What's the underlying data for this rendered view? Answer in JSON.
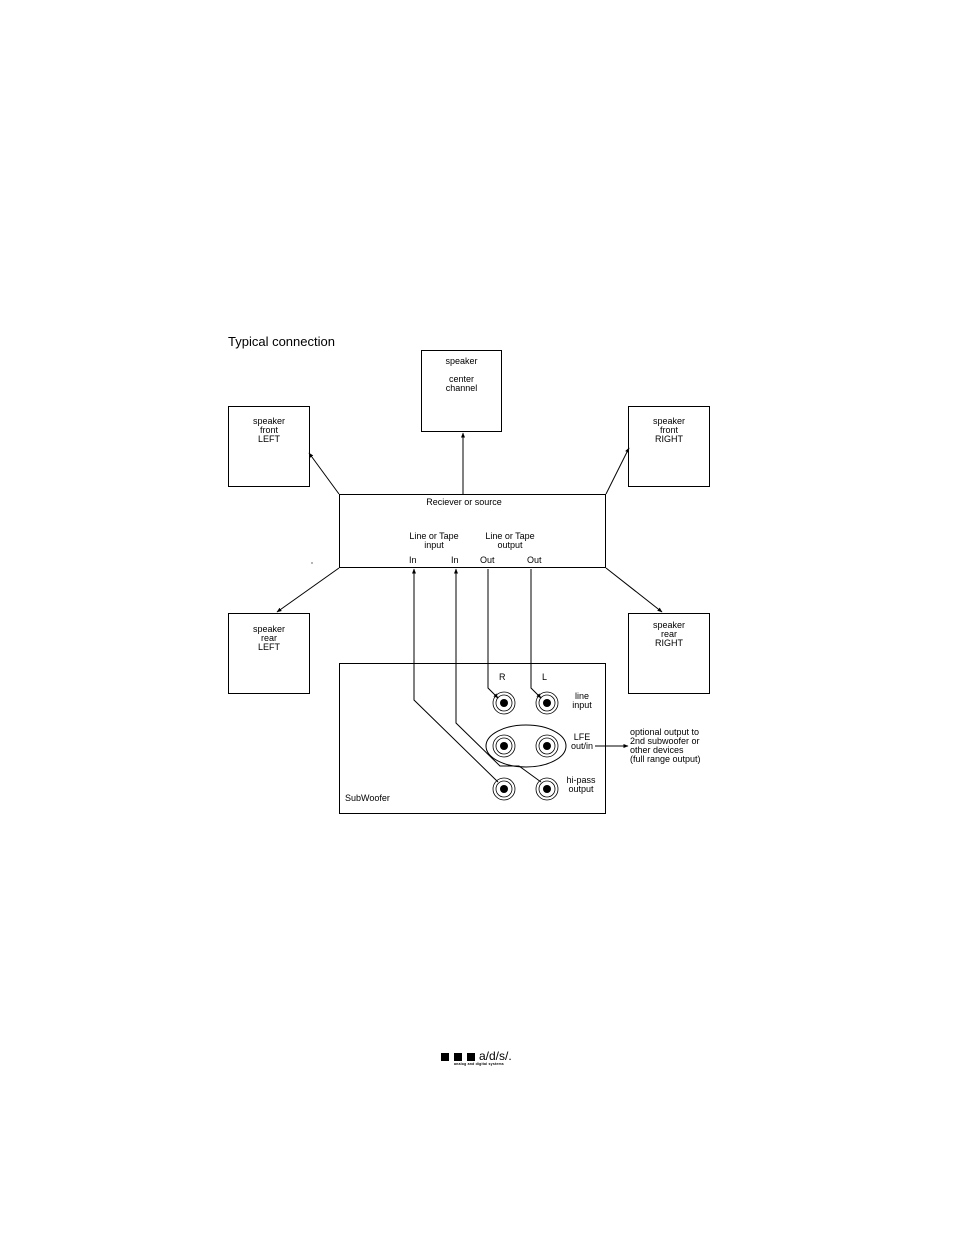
{
  "title": "Typical connection",
  "speakers": {
    "center": "speaker\n\ncenter\nchannel",
    "front_left": "speaker\nfront\nLEFT",
    "front_right": "speaker\nfront\nRIGHT",
    "rear_left": "speaker\nrear\nLEFT",
    "rear_right": "speaker\nrear\nRIGHT"
  },
  "receiver": {
    "title": "Reciever or source",
    "line_input": "Line or Tape\ninput",
    "line_output": "Line or Tape\noutput",
    "in1": "In",
    "in2": "In",
    "out1": "Out",
    "out2": "Out"
  },
  "subwoofer": {
    "name": "SubWoofer",
    "r": "R",
    "l": "L",
    "line_input": "line\ninput",
    "lfe": "LFE\nout/in",
    "hipass": "hi-pass\noutput",
    "optional": "optional output to\n2nd subwoofer or\nother devices\n(full range output)"
  },
  "logo": {
    "brand": "a/d/s/.",
    "tagline": "analog and digital systems"
  }
}
